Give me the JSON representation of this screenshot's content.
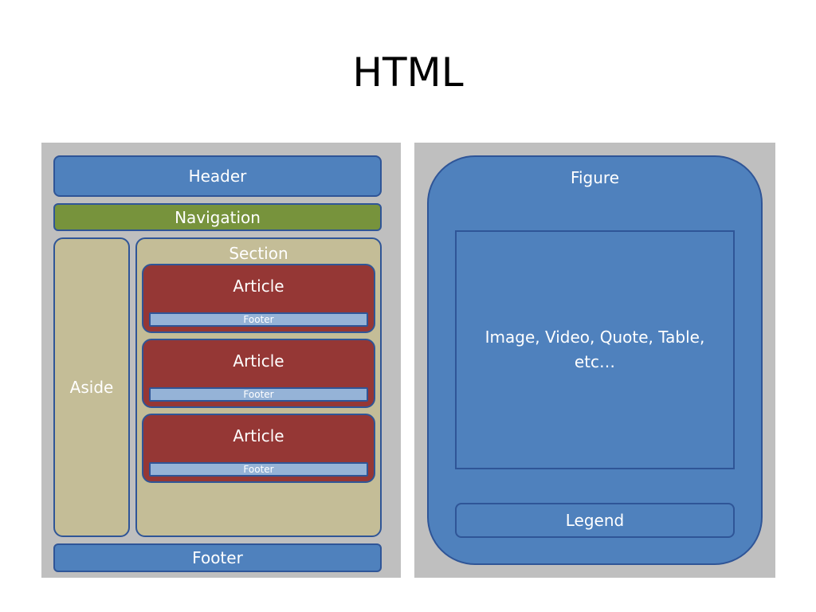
{
  "title": "HTML",
  "layout_panel": {
    "header": "Header",
    "navigation": "Navigation",
    "aside": "Aside",
    "section": "Section",
    "articles": [
      {
        "label": "Article",
        "footer": "Footer"
      },
      {
        "label": "Article",
        "footer": "Footer"
      },
      {
        "label": "Article",
        "footer": "Footer"
      }
    ],
    "footer": "Footer"
  },
  "figure_panel": {
    "figure": "Figure",
    "content_line1": "Image, Video, Quote, Table,",
    "content_line2": "etc…",
    "legend": "Legend"
  },
  "colors": {
    "blue": "#4f81bd",
    "green": "#77933c",
    "tan": "#c4bd97",
    "red": "#953735",
    "light_blue": "#95b3d7",
    "border": "#2f5597",
    "panel_gray": "#bfbfbf"
  }
}
